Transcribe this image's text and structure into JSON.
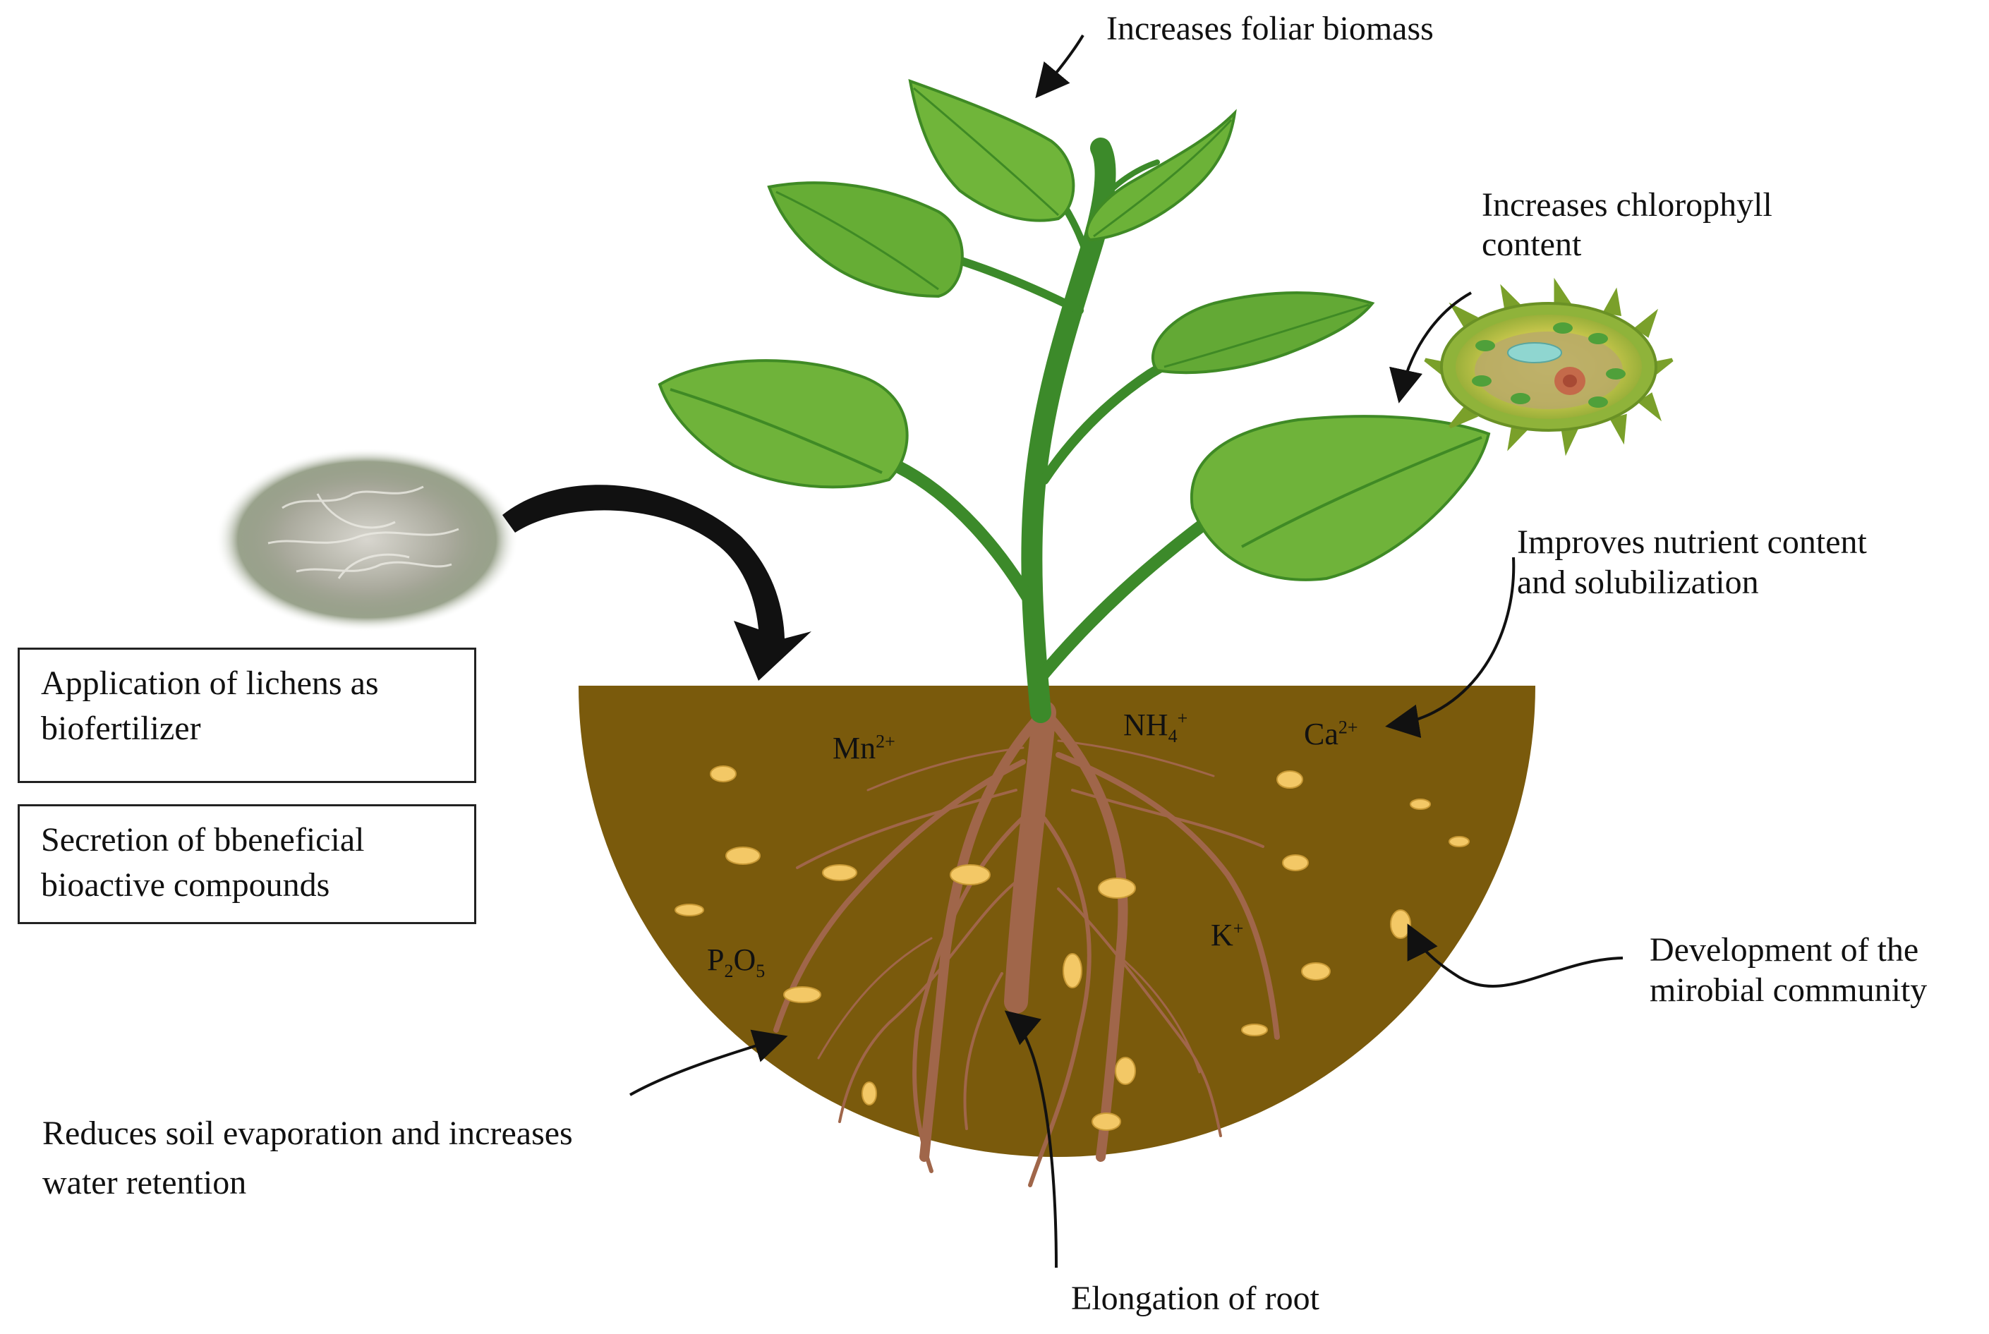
{
  "labels": {
    "foliar_biomass": "Increases foliar biomass",
    "chlorophyll_line1": "Increases chlorophyll",
    "chlorophyll_line2": "content",
    "nutrient_line1": "Improves nutrient content",
    "nutrient_line2": "and solubilization",
    "microbial_line1": "Development of the",
    "microbial_line2": "mirobial community",
    "evaporation_line1": "Reduces soil evaporation and increases",
    "evaporation_line2": "water retention",
    "root": "Elongation of root"
  },
  "boxes": {
    "application_line1": "Application of lichens as",
    "application_line2": "biofertilizer",
    "secretion_line1": "Secretion of bbeneficial",
    "secretion_line2": "bioactive compounds"
  },
  "ions": {
    "mn": {
      "base": "Mn",
      "sup": "2+"
    },
    "nh4": {
      "base": "NH",
      "sub": "4",
      "sup": "+"
    },
    "ca": {
      "base": "Ca",
      "sup": "2+"
    },
    "k": {
      "base": "K",
      "sup": "+"
    },
    "p2o5": {
      "p": "P",
      "p_sub": "2",
      "o": "O",
      "o_sub": "5"
    }
  },
  "colors": {
    "soil": "#7a5a0c",
    "leaf": "#6fb33a",
    "leaf_dark": "#3f8a25",
    "stem": "#3c8a2a",
    "root": "#a0664a",
    "granule": "#f3c866",
    "lichen": "#c8c6bd"
  }
}
